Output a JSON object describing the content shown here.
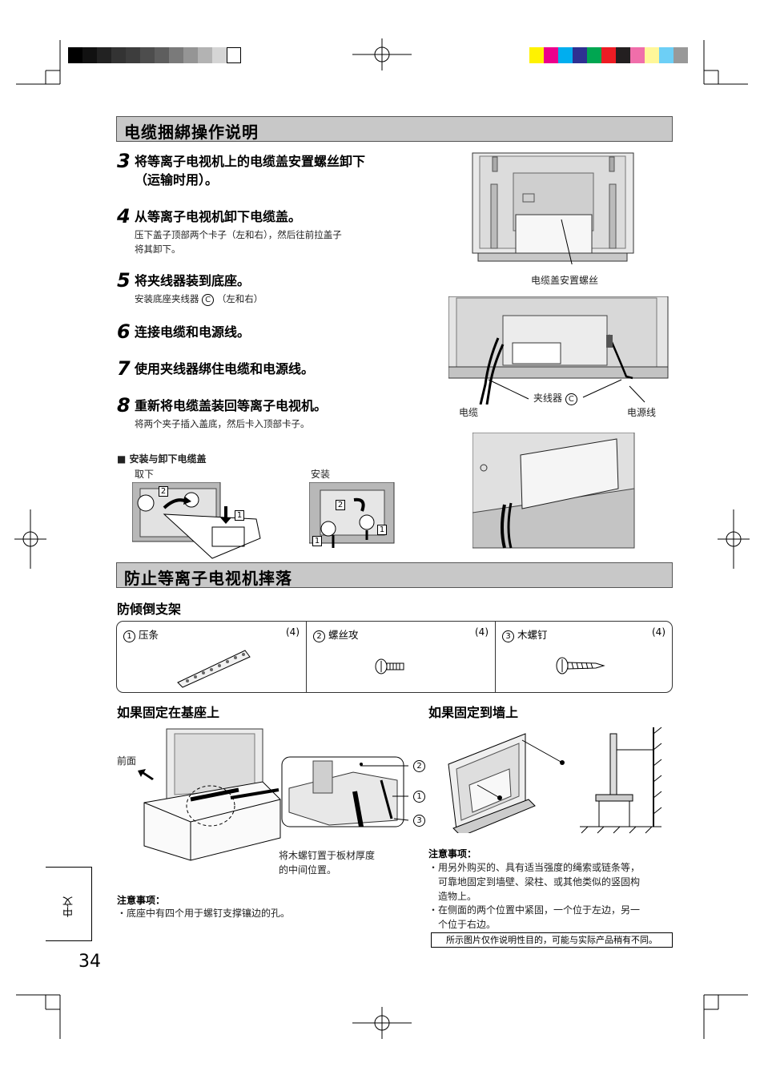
{
  "section1": {
    "title": "电缆捆綁操作说明"
  },
  "steps": [
    {
      "num": "3",
      "title_line1": "将等离子电视机上的电缆盖安置螺丝卸下",
      "title_line2": "（运输时用）。"
    },
    {
      "num": "4",
      "title": "从等离子电视机卸下电缆盖。",
      "sub_line1": "压下盖子顶部两个卡子（左和右），然后往前拉盖子",
      "sub_line2": "将其卸下。"
    },
    {
      "num": "5",
      "title": "将夹线器装到底座。",
      "sub_pre": "安装底座夹线器",
      "sub_circle": "C",
      "sub_post": "（左和右）"
    },
    {
      "num": "6",
      "title": "连接电缆和电源线。"
    },
    {
      "num": "7",
      "title": "使用夹线器绑住电缆和电源线。"
    },
    {
      "num": "8",
      "title": "重新将电缆盖装回等离子电视机。",
      "sub_line1": "将两个夹子插入盖底，然后卡入顶部卡子。"
    }
  ],
  "cover_install": {
    "heading": "■  安装与卸下电缆盖",
    "remove_label": "取下",
    "install_label": "安装",
    "box1": "1",
    "box2": "2"
  },
  "figures": {
    "cover_screw_label": "电缆盖安置螺丝",
    "cable_label": "电缆",
    "clamp_label": "夹线器",
    "clamp_circle": "C",
    "power_label": "电源线"
  },
  "section2": {
    "title": "防止等离子电视机摔落"
  },
  "anti_tip": {
    "heading": "防倾倒支架",
    "parts": [
      {
        "num": "1",
        "name": "压条",
        "qty": "(4)"
      },
      {
        "num": "2",
        "name": "螺丝攻",
        "qty": "(4)"
      },
      {
        "num": "3",
        "name": "木螺钉",
        "qty": "(4)"
      }
    ]
  },
  "base_fix": {
    "heading": "如果固定在基座上",
    "front_label": "前面",
    "callouts": [
      "2",
      "1",
      "3"
    ],
    "wood_note_line1": "将木螺钉置于板材厚度",
    "wood_note_line2": "的中间位置。",
    "note_title": "注意事项：",
    "notes": [
      "・底座中有四个用于螺钉支撑镶边的孔。"
    ]
  },
  "wall_fix": {
    "heading": "如果固定到墙上",
    "note_title": "注意事项：",
    "note1_line1": "・用另外购买的、具有适当强度的绳索或链条等，",
    "note1_line2": "可靠地固定到墙壁、梁柱、或其他类似的竖固构",
    "note1_line3": "造物上。",
    "note2_line1": "・在侧面的两个位置中紧固，一个位于左边，另一",
    "note2_line2": "个位于右边。",
    "disclaimer": "所示图片仅作说明性目的，可能与实际产品稍有不同。"
  },
  "sidebar": {
    "language": "中文"
  },
  "page_number": "34",
  "colors": {
    "grey_swatches": [
      "#000000",
      "#111111",
      "#222222",
      "#333333",
      "#3d3d3d",
      "#4d4d4d",
      "#5e5e5e",
      "#7a7a7a",
      "#959595",
      "#b3b3b3",
      "#d5d5d5",
      "#ffffff"
    ],
    "color_swatches": [
      "#fff200",
      "#ec008c",
      "#00aeef",
      "#2e3192",
      "#00a651",
      "#ed1c24",
      "#231f20",
      "#f06eaa",
      "#fff799",
      "#6dcff6",
      "#999999"
    ]
  }
}
